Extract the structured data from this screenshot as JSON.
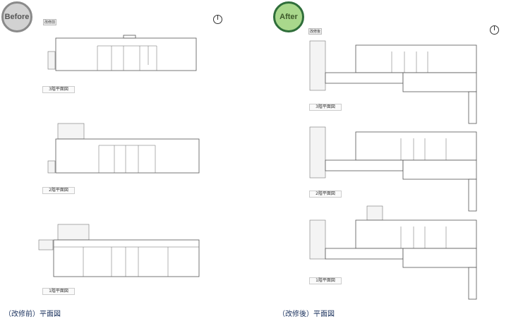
{
  "before": {
    "badge": "Before",
    "tag": "改修前",
    "floors": [
      "3階平面図",
      "2階平面図",
      "1階平面図"
    ],
    "caption": "（改修前）平面図"
  },
  "after": {
    "badge": "After",
    "tag": "改修後",
    "floors": [
      "3階平面図",
      "2階平面図",
      "1階平面図"
    ],
    "caption": "（改修後）平面図"
  },
  "colors": {
    "before_badge": "#d2d2d2",
    "after_badge": "#a9d88c",
    "caption": "#1e3560"
  }
}
